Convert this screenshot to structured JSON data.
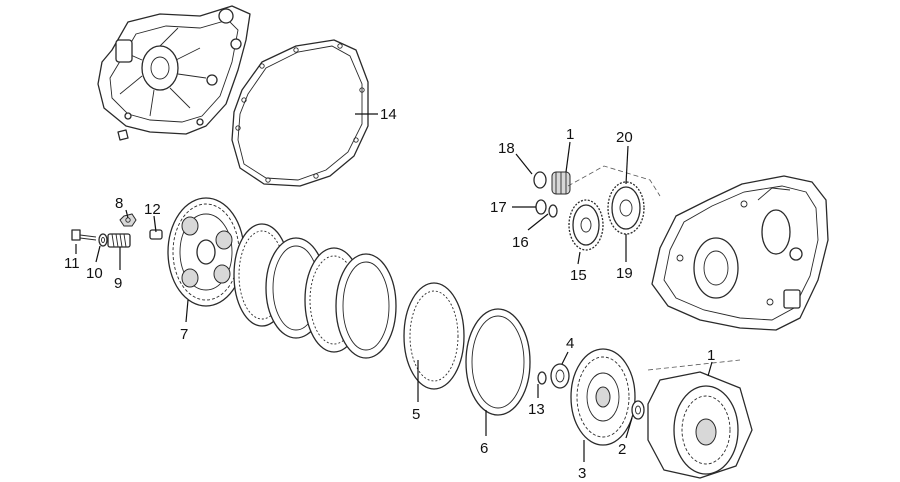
{
  "callouts": {
    "c1_top": "1",
    "c1_bottom": "1",
    "c2": "2",
    "c3": "3",
    "c4": "4",
    "c5": "5",
    "c6": "6",
    "c7": "7",
    "c8": "8",
    "c9": "9",
    "c10": "10",
    "c11": "11",
    "c12": "12",
    "c13": "13",
    "c14": "14",
    "c15": "15",
    "c16": "16",
    "c17": "17",
    "c18": "18",
    "c19": "19",
    "c20": "20"
  },
  "colors": {
    "line": "#2a2a2a",
    "background": "#ffffff"
  }
}
